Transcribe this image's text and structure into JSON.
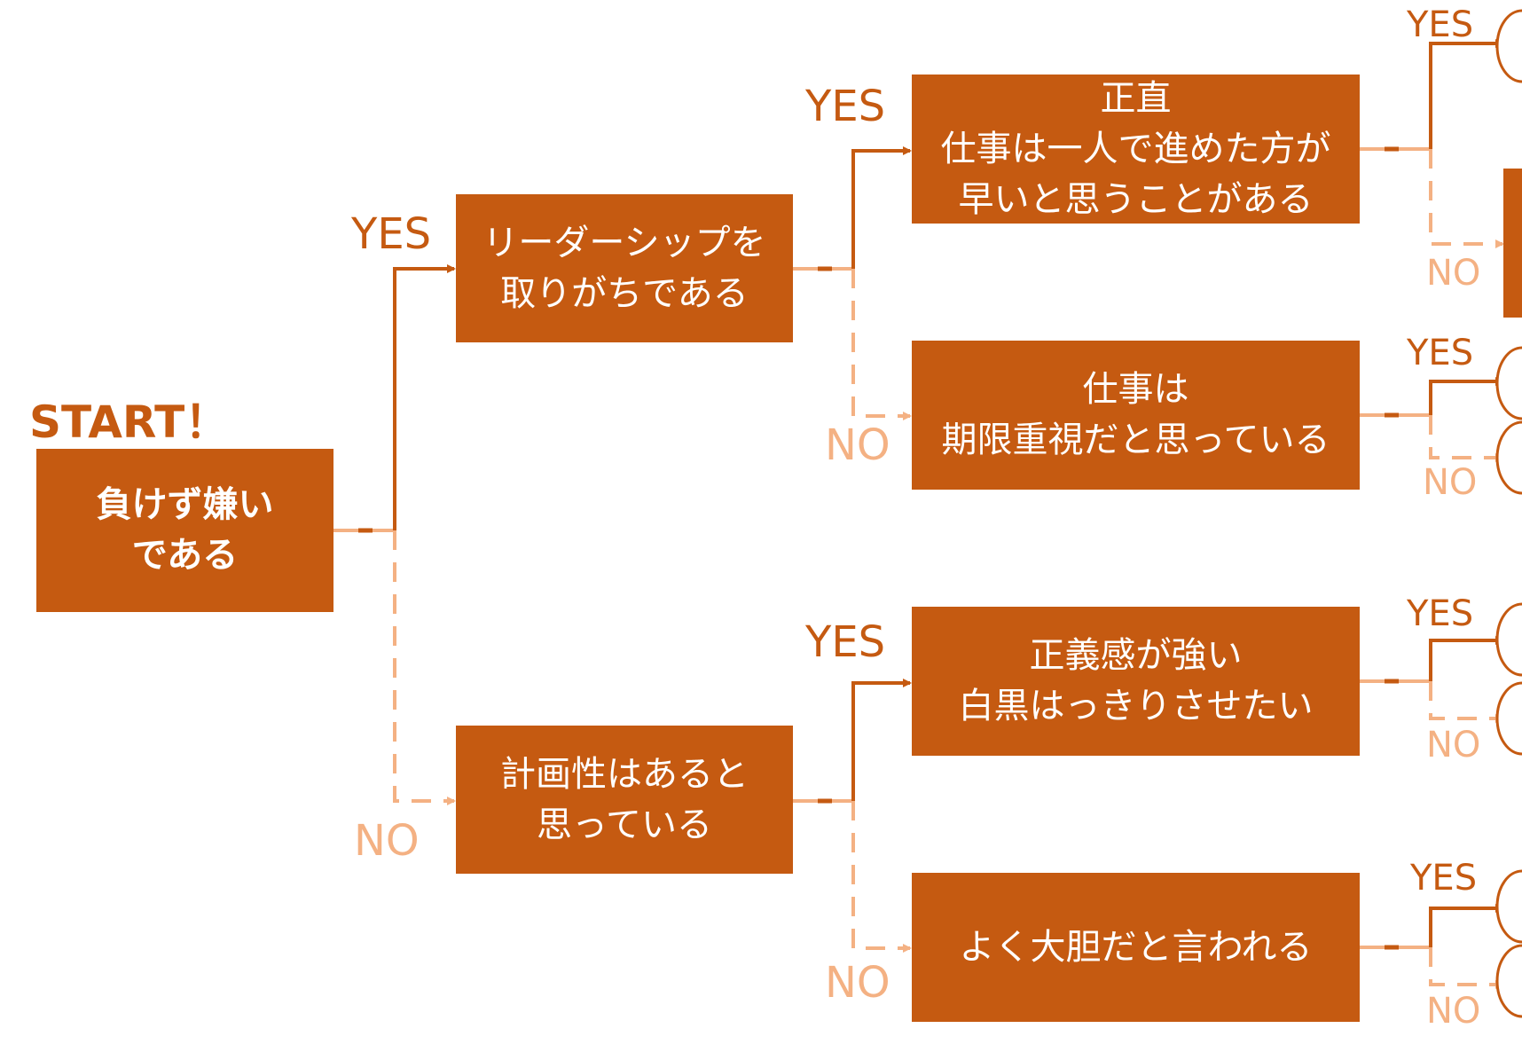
{
  "colors": {
    "box": "#c55a11",
    "box_text": "#ffffff",
    "yes": "#c55a11",
    "no": "#f4b183"
  },
  "start_label": "START！",
  "nodes": {
    "start": {
      "line1": "負けず嫌い",
      "line2": "である"
    },
    "leadership": {
      "line1": "リーダーシップを",
      "line2": "取りがちである"
    },
    "planning": {
      "line1": "計画性はあると",
      "line2": "思っている"
    },
    "honest": {
      "line1": "正直",
      "line2": "仕事は一人で進めた方が",
      "line3": "早いと思うことがある"
    },
    "deadline": {
      "line1": "仕事は",
      "line2": "期限重視だと思っている"
    },
    "justice": {
      "line1": "正義感が強い",
      "line2": "白黒はっきりさせたい"
    },
    "bold": {
      "line1": "よく大胆だと言われる"
    }
  },
  "labels": {
    "yes": "YES",
    "no": "NO"
  }
}
